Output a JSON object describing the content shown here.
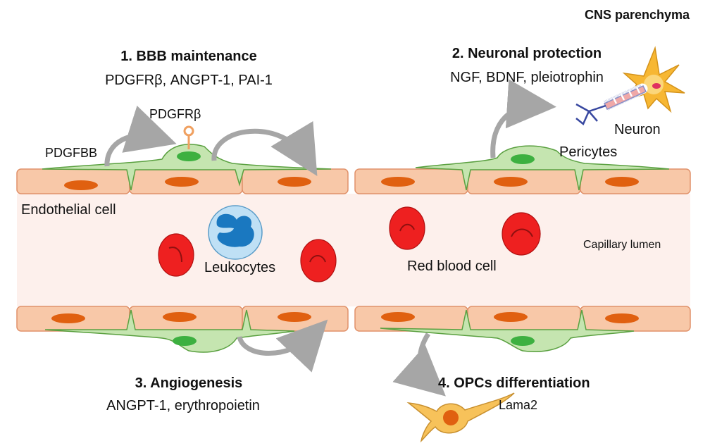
{
  "header": {
    "cns_parenchyma": "CNS parenchyma"
  },
  "functions": {
    "bbb": {
      "title": "1.   BBB maintenance",
      "factors": "PDGFRβ, ANGPT-1, PAI-1"
    },
    "neuronal": {
      "title": "2. Neuronal protection",
      "factors": "NGF, BDNF, pleiotrophin"
    },
    "angiogenesis": {
      "title": "3. Angiogenesis",
      "factors": "ANGPT-1, erythropoietin"
    },
    "opc": {
      "title": "4. OPCs differentiation",
      "factors": "Lama2"
    }
  },
  "labels": {
    "pdgfrb": "PDGFRβ",
    "pdgfbb": "PDGFBB",
    "endothelial_cell": "Endothelial cell",
    "leukocytes": "Leukocytes",
    "red_blood_cell": "Red blood cell",
    "capillary_lumen": "Capillary lumen",
    "neuron": "Neuron",
    "pericytes": "Pericytes"
  },
  "colors": {
    "endothelium_fill": "#f8c8a8",
    "endothelium_stroke": "#e0916a",
    "nucleus": "#e06010",
    "lumen": "#fdf0ec",
    "pericyte_fill": "#c5e5b0",
    "pericyte_stroke": "#5aa040",
    "pericyte_nucleus": "#3db040",
    "rbc": "#ee2020",
    "leukocyte_fill": "#bfe0f5",
    "leukocyte_nucleus": "#1a78c0",
    "arrow": "#a6a6a6",
    "neuron_body": "#f7b733",
    "opc_body": "#f7c25a"
  }
}
